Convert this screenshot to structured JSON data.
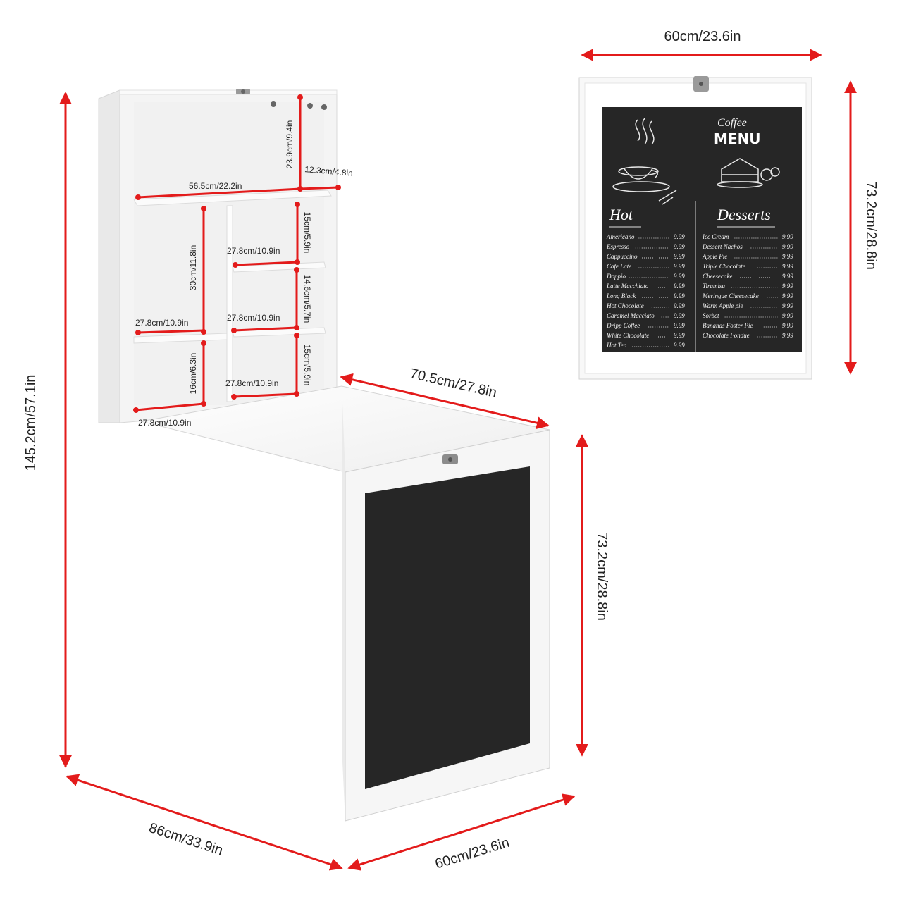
{
  "dimensions": {
    "overall_height": "145.2cm/57.1in",
    "depth_bottom": "86cm/33.9in",
    "table_front_width": "60cm/23.6in",
    "table_length": "70.5cm/27.8in",
    "table_leg_height": "73.2cm/28.8in",
    "panel_width": "60cm/23.6in",
    "panel_height": "73.2cm/28.8in",
    "shelf_inner_width": "56.5cm/22.2in",
    "top_shelf_height": "23.9cm/9.4in",
    "shelf_depth": "12.3cm/4.8in",
    "left_big_height": "30cm/11.8in",
    "right_upper_width": "27.8cm/10.9in",
    "right_upper_height": "15cm/5.9in",
    "right_mid_width": "27.8cm/10.9in",
    "right_mid_height": "14.6cm/5.7in",
    "left_mid_width": "27.8cm/10.9in",
    "right_lower_width": "27.8cm/10.9in",
    "right_lower_height": "15cm/5.9in",
    "left_lower_height": "16cm/6.3in",
    "left_lower_width": "27.8cm/10.9in"
  },
  "menu": {
    "title_line1": "Coffee",
    "title_line2": "MENU",
    "hot_heading": "Hot",
    "desserts_heading": "Desserts",
    "hot_items": [
      {
        "name": "Americano",
        "price": "9.99"
      },
      {
        "name": "Espresso",
        "price": "9.99"
      },
      {
        "name": "Cappuccino",
        "price": "9.99"
      },
      {
        "name": "Cafe Late",
        "price": "9.99"
      },
      {
        "name": "Doppio",
        "price": "9.99"
      },
      {
        "name": "Latte Macchiato",
        "price": "9.99"
      },
      {
        "name": "Long Black",
        "price": "9.99"
      },
      {
        "name": "Hot Chocolate",
        "price": "9.99"
      },
      {
        "name": "Caramel Macciato",
        "price": "9.99"
      },
      {
        "name": "Dripp Coffee",
        "price": "9.99"
      },
      {
        "name": "White Chocolate",
        "price": "9.99"
      },
      {
        "name": "Hot Tea",
        "price": "9.99"
      }
    ],
    "dessert_items": [
      {
        "name": "Ice Cream",
        "price": "9.99"
      },
      {
        "name": "Dessert Nachos",
        "price": "9.99"
      },
      {
        "name": "Apple Pie",
        "price": "9.99"
      },
      {
        "name": "Triple Chocolate",
        "price": "9.99"
      },
      {
        "name": "Cheesecake",
        "price": "9.99"
      },
      {
        "name": "Tiramisu",
        "price": "9.99"
      },
      {
        "name": "Meringue Cheesecake",
        "price": "9.99"
      },
      {
        "name": "Warm Apple pie",
        "price": "9.99"
      },
      {
        "name": "Sorbet",
        "price": "9.99"
      },
      {
        "name": "Bananas Foster Pie",
        "price": "9.99"
      },
      {
        "name": "Chocolate Fondue",
        "price": "9.99"
      }
    ]
  },
  "colors": {
    "dimension_line": "#e31b1b",
    "cabinet": "#f7f7f7",
    "chalkboard": "#262626"
  },
  "icons": [
    "coffee-cup-icon",
    "dessert-cake-icon",
    "latch-icon"
  ]
}
